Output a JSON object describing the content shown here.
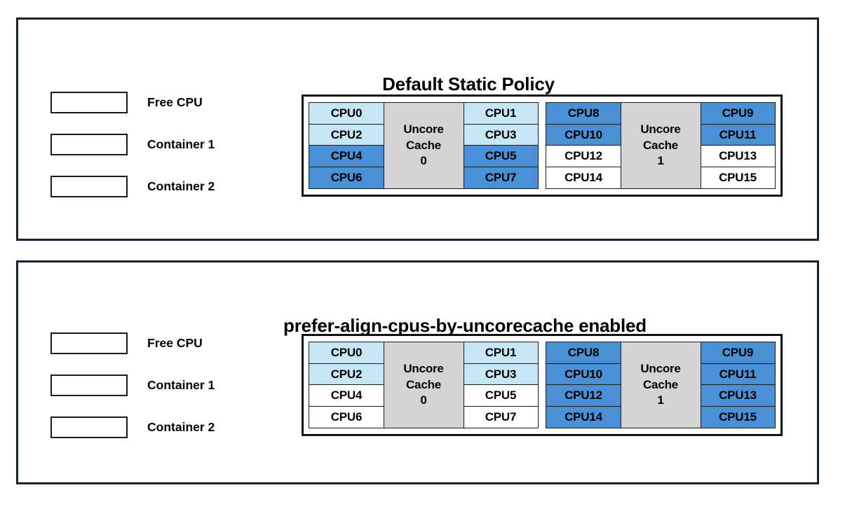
{
  "colors": {
    "panel_border": "#16232e",
    "free_cpu": "#ffffff",
    "container1": "#c6e6f6",
    "container2": "#4a90d6",
    "uncore_cache": "#d4d4d4",
    "cell_border": "#1a1a1a",
    "text": "#000000"
  },
  "panels": [
    {
      "id": "default-static-policy",
      "title": "Default Static Policy",
      "legend": [
        {
          "label": "Free CPU",
          "state": "free"
        },
        {
          "label": "Container 1",
          "state": "container1"
        },
        {
          "label": "Container 2",
          "state": "container2"
        }
      ],
      "topology": {
        "cache_groups": [
          {
            "cache_label_lines": [
              "Uncore",
              "Cache",
              "0"
            ],
            "left_column": [
              {
                "label": "CPU0",
                "state": "container1"
              },
              {
                "label": "CPU2",
                "state": "container1"
              },
              {
                "label": "CPU4",
                "state": "container2"
              },
              {
                "label": "CPU6",
                "state": "container2"
              }
            ],
            "right_column": [
              {
                "label": "CPU1",
                "state": "container1"
              },
              {
                "label": "CPU3",
                "state": "container1"
              },
              {
                "label": "CPU5",
                "state": "container2"
              },
              {
                "label": "CPU7",
                "state": "container2"
              }
            ]
          },
          {
            "cache_label_lines": [
              "Uncore",
              "Cache",
              "1"
            ],
            "left_column": [
              {
                "label": "CPU8",
                "state": "container2"
              },
              {
                "label": "CPU10",
                "state": "container2"
              },
              {
                "label": "CPU12",
                "state": "free"
              },
              {
                "label": "CPU14",
                "state": "free"
              }
            ],
            "right_column": [
              {
                "label": "CPU9",
                "state": "container2"
              },
              {
                "label": "CPU11",
                "state": "container2"
              },
              {
                "label": "CPU13",
                "state": "free"
              },
              {
                "label": "CPU15",
                "state": "free"
              }
            ]
          }
        ]
      }
    },
    {
      "id": "prefer-align-cpus-by-uncorecache-enabled",
      "title": "prefer-align-cpus-by-uncorecache enabled",
      "legend": [
        {
          "label": "Free CPU",
          "state": "free"
        },
        {
          "label": "Container 1",
          "state": "container1"
        },
        {
          "label": "Container 2",
          "state": "container2"
        }
      ],
      "topology": {
        "cache_groups": [
          {
            "cache_label_lines": [
              "Uncore",
              "Cache",
              "0"
            ],
            "left_column": [
              {
                "label": "CPU0",
                "state": "container1"
              },
              {
                "label": "CPU2",
                "state": "container1"
              },
              {
                "label": "CPU4",
                "state": "free"
              },
              {
                "label": "CPU6",
                "state": "free"
              }
            ],
            "right_column": [
              {
                "label": "CPU1",
                "state": "container1"
              },
              {
                "label": "CPU3",
                "state": "container1"
              },
              {
                "label": "CPU5",
                "state": "free"
              },
              {
                "label": "CPU7",
                "state": "free"
              }
            ]
          },
          {
            "cache_label_lines": [
              "Uncore",
              "Cache",
              "1"
            ],
            "left_column": [
              {
                "label": "CPU8",
                "state": "container2"
              },
              {
                "label": "CPU10",
                "state": "container2"
              },
              {
                "label": "CPU12",
                "state": "container2"
              },
              {
                "label": "CPU14",
                "state": "container2"
              }
            ],
            "right_column": [
              {
                "label": "CPU9",
                "state": "container2"
              },
              {
                "label": "CPU11",
                "state": "container2"
              },
              {
                "label": "CPU13",
                "state": "container2"
              },
              {
                "label": "CPU15",
                "state": "container2"
              }
            ]
          }
        ]
      }
    }
  ]
}
